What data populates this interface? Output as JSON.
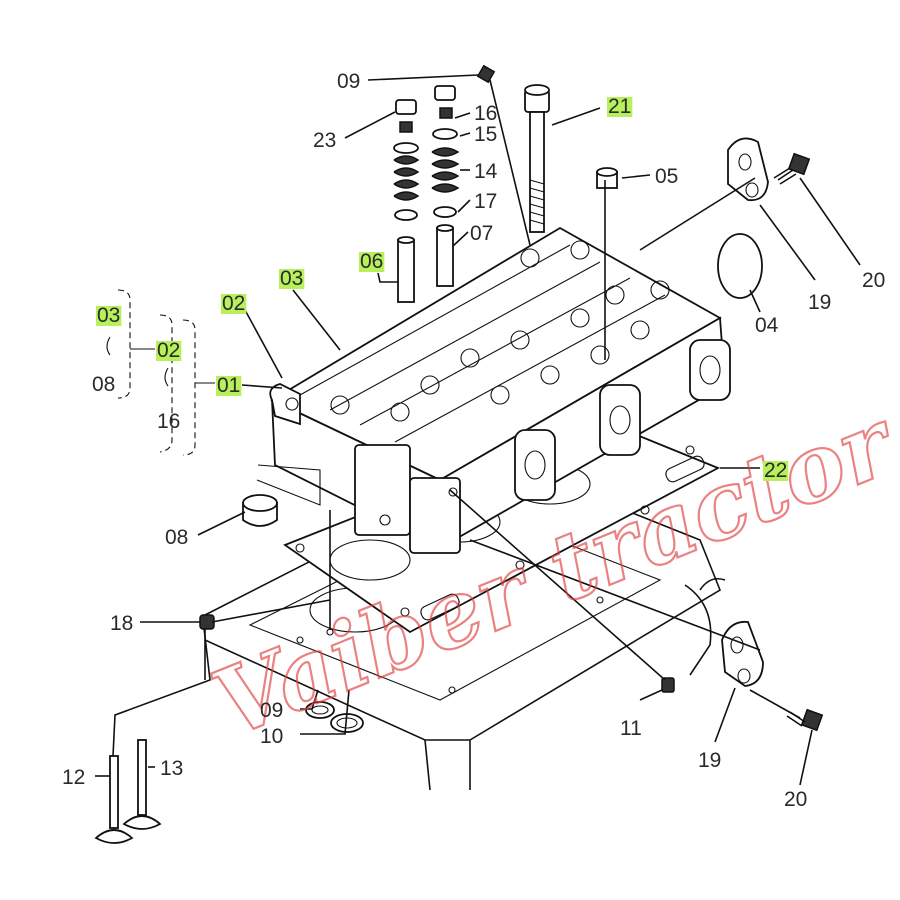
{
  "diagram": {
    "highlight_color": "#b7f05a",
    "watermark_color": "#e04040",
    "callouts": [
      {
        "id": "c09a",
        "text": "09",
        "highlight": false
      },
      {
        "id": "c23",
        "text": "23",
        "highlight": false
      },
      {
        "id": "c16a",
        "text": "16",
        "highlight": false
      },
      {
        "id": "c15",
        "text": "15",
        "highlight": false
      },
      {
        "id": "c14",
        "text": "14",
        "highlight": false
      },
      {
        "id": "c17",
        "text": "17",
        "highlight": false
      },
      {
        "id": "c07",
        "text": "07",
        "highlight": false
      },
      {
        "id": "c06",
        "text": "06",
        "highlight": true
      },
      {
        "id": "c21",
        "text": "21",
        "highlight": true
      },
      {
        "id": "c05",
        "text": "05",
        "highlight": false
      },
      {
        "id": "c20a",
        "text": "20",
        "highlight": false
      },
      {
        "id": "c19a",
        "text": "19",
        "highlight": false
      },
      {
        "id": "c04",
        "text": "04",
        "highlight": false
      },
      {
        "id": "c03a",
        "text": "03",
        "highlight": true
      },
      {
        "id": "c02a",
        "text": "02",
        "highlight": true
      },
      {
        "id": "c03b",
        "text": "03",
        "highlight": true
      },
      {
        "id": "c02b",
        "text": "02",
        "highlight": true
      },
      {
        "id": "c08a",
        "text": "08",
        "highlight": false
      },
      {
        "id": "c01",
        "text": "01",
        "highlight": true
      },
      {
        "id": "c16b",
        "text": "16",
        "highlight": false
      },
      {
        "id": "c22",
        "text": "22",
        "highlight": true
      },
      {
        "id": "c08b",
        "text": "08",
        "highlight": false
      },
      {
        "id": "c18",
        "text": "18",
        "highlight": false
      },
      {
        "id": "c11",
        "text": "11",
        "highlight": false
      },
      {
        "id": "c09b",
        "text": "09",
        "highlight": false
      },
      {
        "id": "c10",
        "text": "10",
        "highlight": false
      },
      {
        "id": "c12",
        "text": "12",
        "highlight": false
      },
      {
        "id": "c13",
        "text": "13",
        "highlight": false
      },
      {
        "id": "c19b",
        "text": "19",
        "highlight": false
      },
      {
        "id": "c20b",
        "text": "20",
        "highlight": false
      }
    ]
  }
}
